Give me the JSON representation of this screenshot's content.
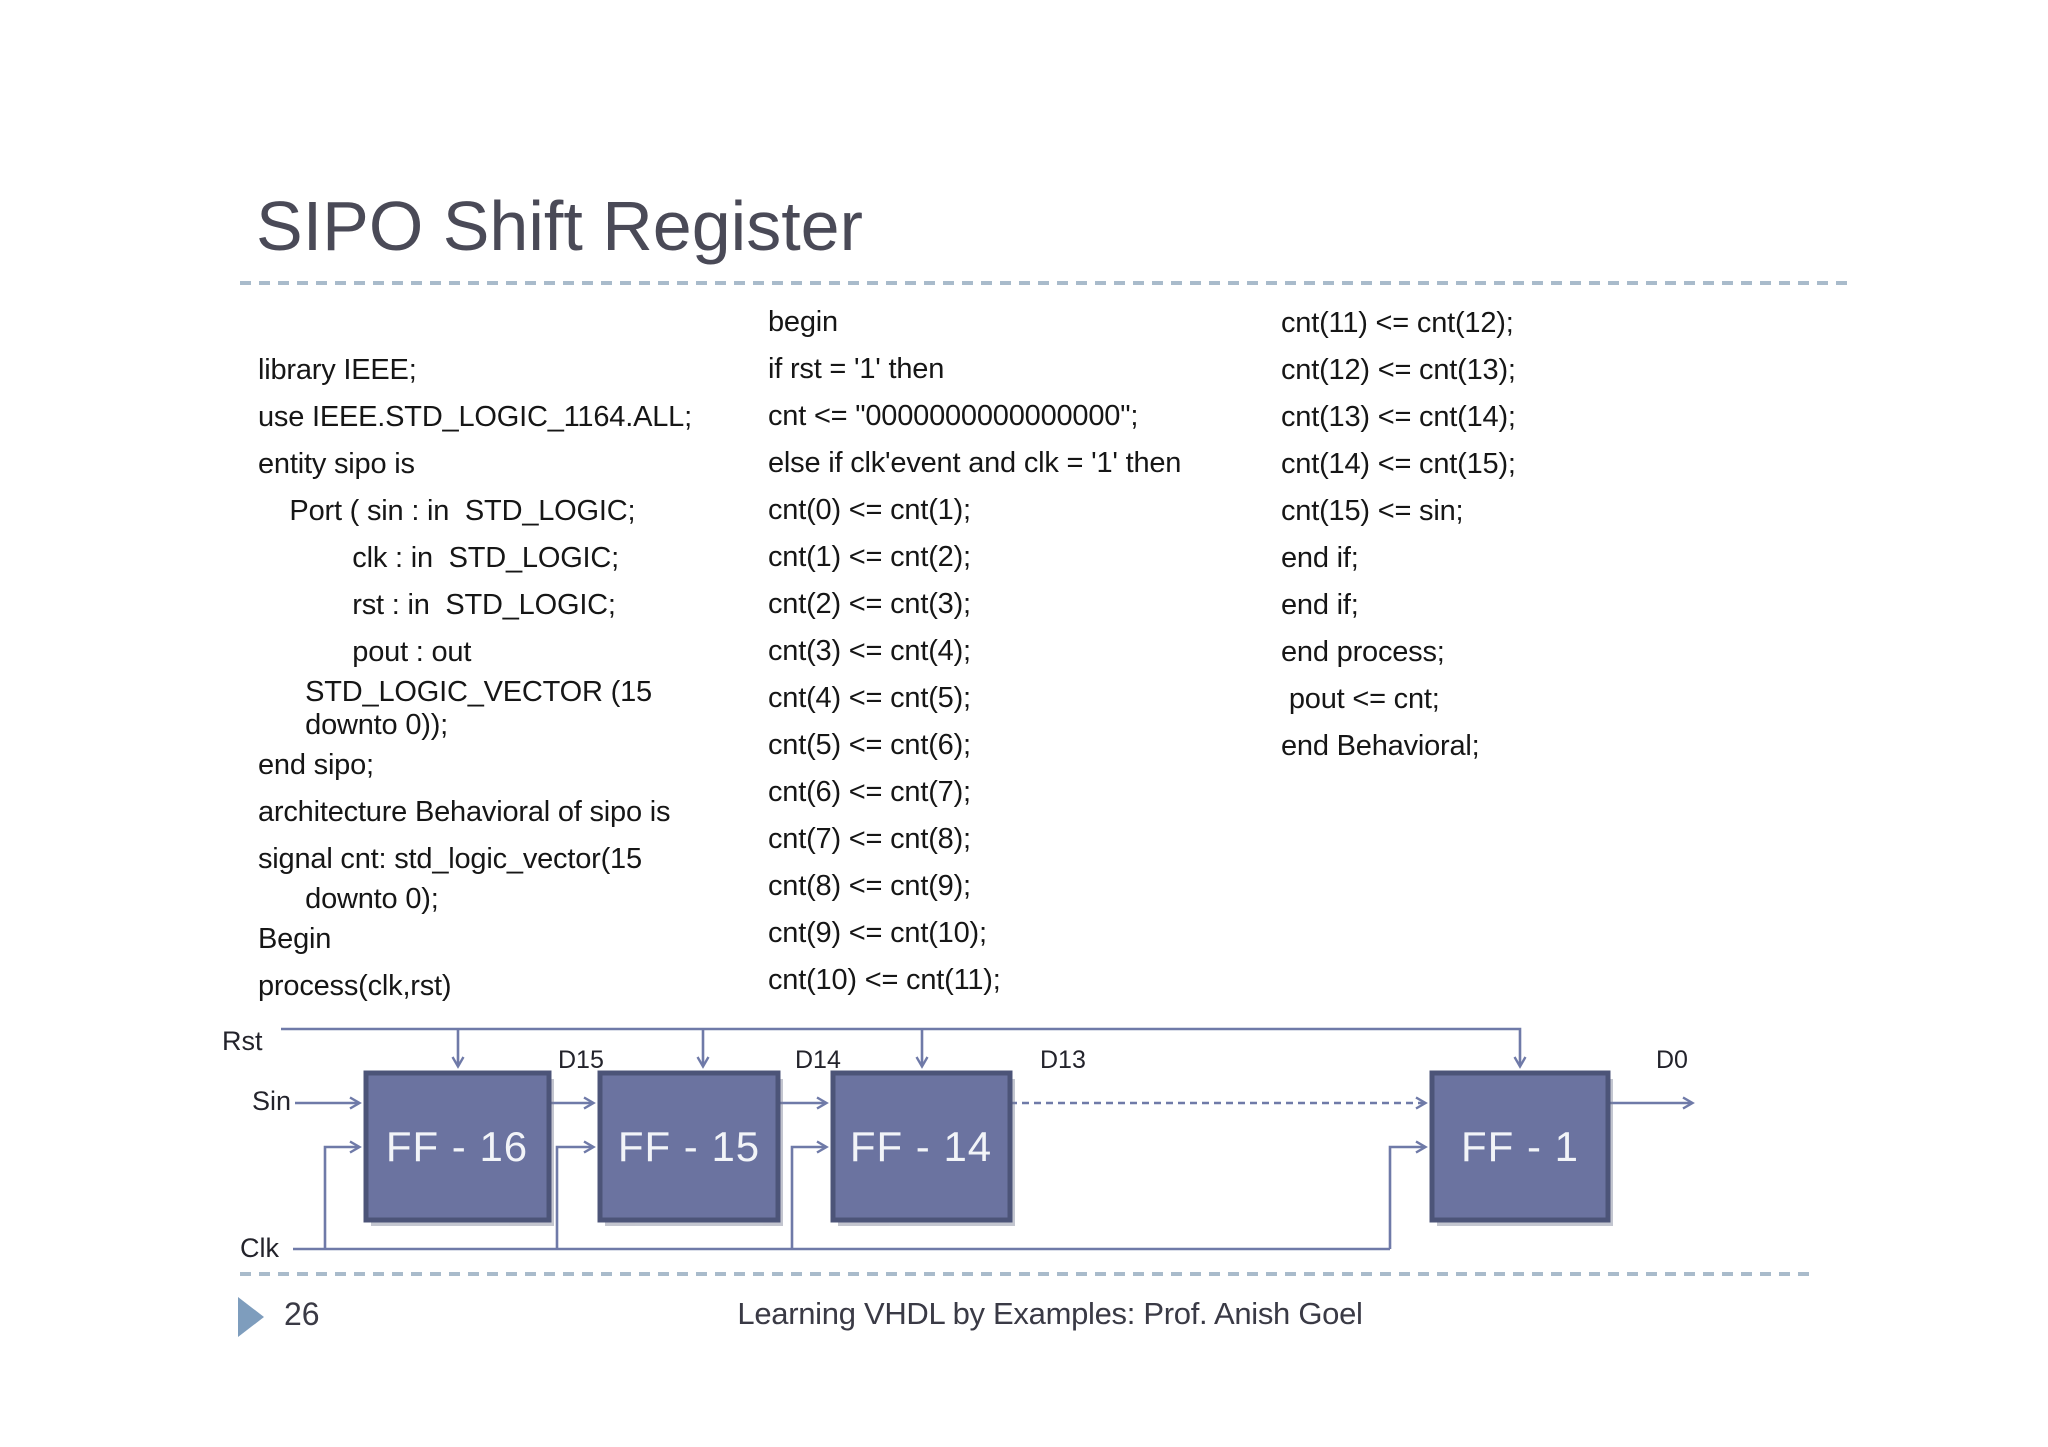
{
  "slide": {
    "title": "SIPO Shift Register",
    "footer": {
      "page_number": "26",
      "caption": "Learning VHDL by Examples: Prof. Anish Goel"
    }
  },
  "code": {
    "col1": [
      {
        "text": "library IEEE;"
      },
      {
        "text": "use IEEE.STD_LOGIC_1164.ALL;"
      },
      {
        "text": "entity sipo is"
      },
      {
        "text": "    Port ( sin : in  STD_LOGIC;"
      },
      {
        "text": "            clk : in  STD_LOGIC;"
      },
      {
        "text": "            rst : in  STD_LOGIC;"
      },
      {
        "text": "            pout : out"
      },
      {
        "text": "      STD_LOGIC_VECTOR (15",
        "wrap": true
      },
      {
        "text": "      downto 0));",
        "wrap": true
      },
      {
        "text": "end sipo;"
      },
      {
        "text": "architecture Behavioral of sipo is"
      },
      {
        "text": "signal cnt: std_logic_vector(15"
      },
      {
        "text": "      downto 0);",
        "wrap": true
      },
      {
        "text": "Begin"
      },
      {
        "text": "process(clk,rst)"
      }
    ],
    "col2": [
      {
        "text": "begin"
      },
      {
        "text": "if rst = '1' then"
      },
      {
        "text": "cnt <= \"0000000000000000\";"
      },
      {
        "text": "else if clk'event and clk = '1' then"
      },
      {
        "text": "cnt(0) <= cnt(1);"
      },
      {
        "text": "cnt(1) <= cnt(2);"
      },
      {
        "text": "cnt(2) <= cnt(3);"
      },
      {
        "text": "cnt(3) <= cnt(4);"
      },
      {
        "text": "cnt(4) <= cnt(5);"
      },
      {
        "text": "cnt(5) <= cnt(6);"
      },
      {
        "text": "cnt(6) <= cnt(7);"
      },
      {
        "text": "cnt(7) <= cnt(8);"
      },
      {
        "text": "cnt(8) <= cnt(9);"
      },
      {
        "text": "cnt(9) <= cnt(10);"
      },
      {
        "text": "cnt(10) <= cnt(11);"
      }
    ],
    "col3": [
      {
        "text": "cnt(11) <= cnt(12);"
      },
      {
        "text": "cnt(12) <= cnt(13);"
      },
      {
        "text": "cnt(13) <= cnt(14);"
      },
      {
        "text": "cnt(14) <= cnt(15);"
      },
      {
        "text": "cnt(15) <= sin;"
      },
      {
        "text": "end if;"
      },
      {
        "text": "end if;"
      },
      {
        "text": "end process;"
      },
      {
        "text": " pout <= cnt;"
      },
      {
        "text": "end Behavioral;"
      }
    ]
  },
  "diagram": {
    "rst_label": "Rst",
    "sin_label": "Sin",
    "clk_label": "Clk",
    "d15_label": "D15",
    "d14_label": "D14",
    "d13_label": "D13",
    "d0_label": "D0",
    "flipflops": [
      {
        "label": "FF - 16"
      },
      {
        "label": "FF - 15"
      },
      {
        "label": "FF - 14"
      },
      {
        "label": "FF - 1"
      }
    ]
  },
  "colors": {
    "box_fill": "#6b73a0",
    "box_border": "#4c5478",
    "wire": "#6f7aa8",
    "dash_separator": "#a9bbcb",
    "title_text": "#4a4a57",
    "code_text": "#161616",
    "footer_arrow": "#7e9dbd"
  }
}
